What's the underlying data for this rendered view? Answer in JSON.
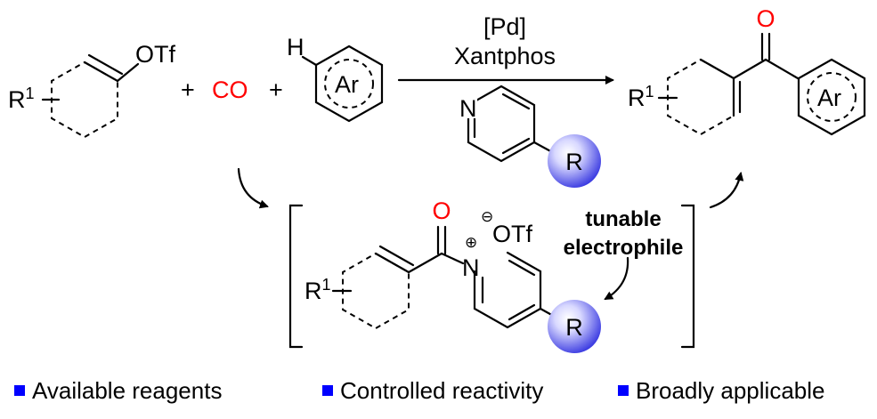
{
  "colors": {
    "co": "#ff0000",
    "carbonyl_oxygen": "#ff0000",
    "bullet": "#0000ff",
    "r_sphere": "#8c8cf0"
  },
  "reactant1": {
    "substituent": "OTf",
    "r_label": "R",
    "r_superscript": "1"
  },
  "plus_1": "+",
  "reactant2": "CO",
  "plus_2": "+",
  "reactant3": {
    "h_label": "H",
    "ring_label": "Ar"
  },
  "conditions": {
    "catalyst": "[Pd]",
    "ligand": "Xantphos",
    "pyridine_n": "N",
    "pyridine_r": "R"
  },
  "product": {
    "oxygen": "O",
    "r_label": "R",
    "r_superscript": "1",
    "ring_label": "Ar"
  },
  "intermediate": {
    "oxygen": "O",
    "n_label": "N",
    "n_charge": "⊕",
    "counterion_charge": "⊖",
    "counterion": "OTf",
    "r_label": "R",
    "r_superscript": "1",
    "sphere_r": "R"
  },
  "annotation": {
    "line1": "tunable",
    "line2": "electrophile"
  },
  "features": [
    "Available reagents",
    "Controlled reactivity",
    "Broadly applicable"
  ]
}
